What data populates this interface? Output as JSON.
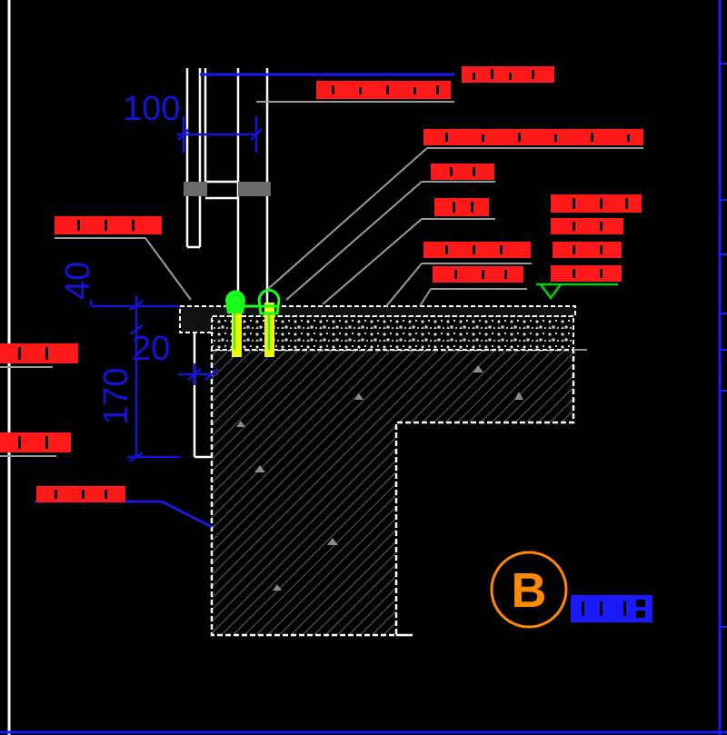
{
  "dimensions": {
    "width_100": "100",
    "height_40": "40",
    "height_20": "20",
    "height_170": "170"
  },
  "detail_marker": {
    "letter": "B"
  },
  "colors": {
    "background": "#000000",
    "dimension": "#1414d8",
    "annotation_text": "#ff1a1a",
    "leader": "#8c8c8c",
    "frame": "#1a1aff",
    "outline": "#ffffff",
    "anchor": "#1aff1a",
    "marker": "#ff8a00",
    "level": "#00d400"
  }
}
